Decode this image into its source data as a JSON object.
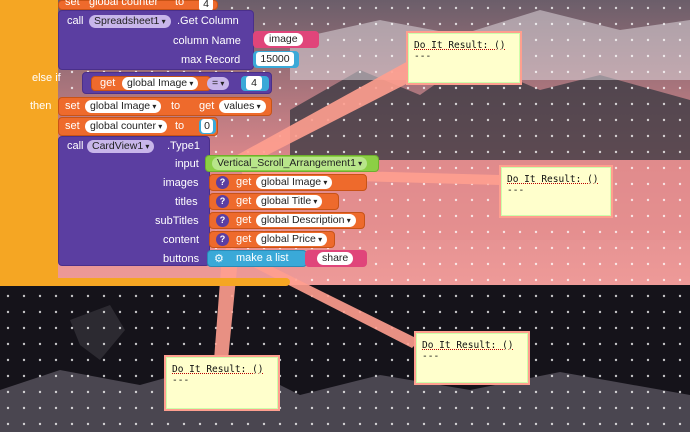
{
  "blocks": {
    "set_counter_top": {
      "set": "set",
      "var": "global counter",
      "to": "to",
      "val": "4"
    },
    "call_get_column": {
      "call": "call",
      "component": "Spreadsheet1",
      "method": ".Get Column",
      "p_column_name": "column Name",
      "column_value": "image",
      "p_max_record": "max Record",
      "max_value": "15000"
    },
    "else_if": {
      "label": "else if",
      "get": "get",
      "var": "global Image",
      "op": "=",
      "num": "4"
    },
    "then": "then",
    "set_image": {
      "set": "set",
      "var": "global Image",
      "to": "to",
      "get": "get",
      "value": "values"
    },
    "set_counter": {
      "set": "set",
      "var": "global counter",
      "to": "to",
      "val": "0"
    },
    "call_card": {
      "call": "call",
      "component": "CardView1",
      "method": ".Type1",
      "p_input": "input",
      "input_value": "Vertical_Scroll_Arrangement1",
      "p_images": "images",
      "images_var": "global Image",
      "p_titles": "titles",
      "titles_var": "global Title",
      "p_subtitles": "subTitles",
      "subtitles_var": "global Description",
      "p_content": "content",
      "content_var": "global Price",
      "p_buttons": "buttons",
      "make_list": "make a list",
      "list_item": "share",
      "get": "get",
      "q": "?"
    }
  },
  "results": [
    {
      "line1": "Do It Result: ()",
      "line2": "---"
    },
    {
      "line1": "Do It Result: ()",
      "line2": "---"
    },
    {
      "line1": "Do It Result: ()",
      "line2": "---"
    },
    {
      "line1": "Do It Result: ()",
      "line2": "---"
    }
  ],
  "colors": {
    "purple": "#5b3ea1",
    "orange": "#ee6a2c",
    "gold": "#f5a623",
    "green": "#8ccf45",
    "teal": "#3aa9d8",
    "pink": "#e0457a",
    "note": "#ffffcc",
    "connector": "#ff9f8f"
  }
}
